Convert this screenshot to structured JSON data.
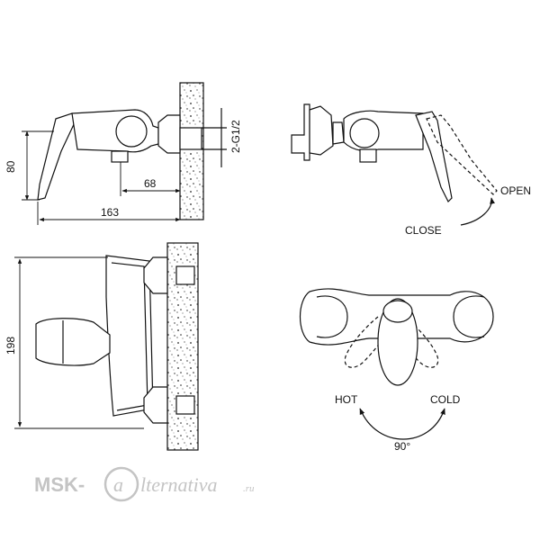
{
  "dimensions": {
    "height_side": "80",
    "depth_wall": "68",
    "total_depth": "163",
    "thread": "2-G1/2",
    "width_front": "198"
  },
  "labels": {
    "open": "OPEN",
    "close": "CLOSE",
    "hot": "HOT",
    "cold": "COLD",
    "angle": "90°"
  },
  "watermark": {
    "brand": "MSK-",
    "at_letter": "a",
    "script": "lternativa",
    "suffix": ".ru"
  }
}
